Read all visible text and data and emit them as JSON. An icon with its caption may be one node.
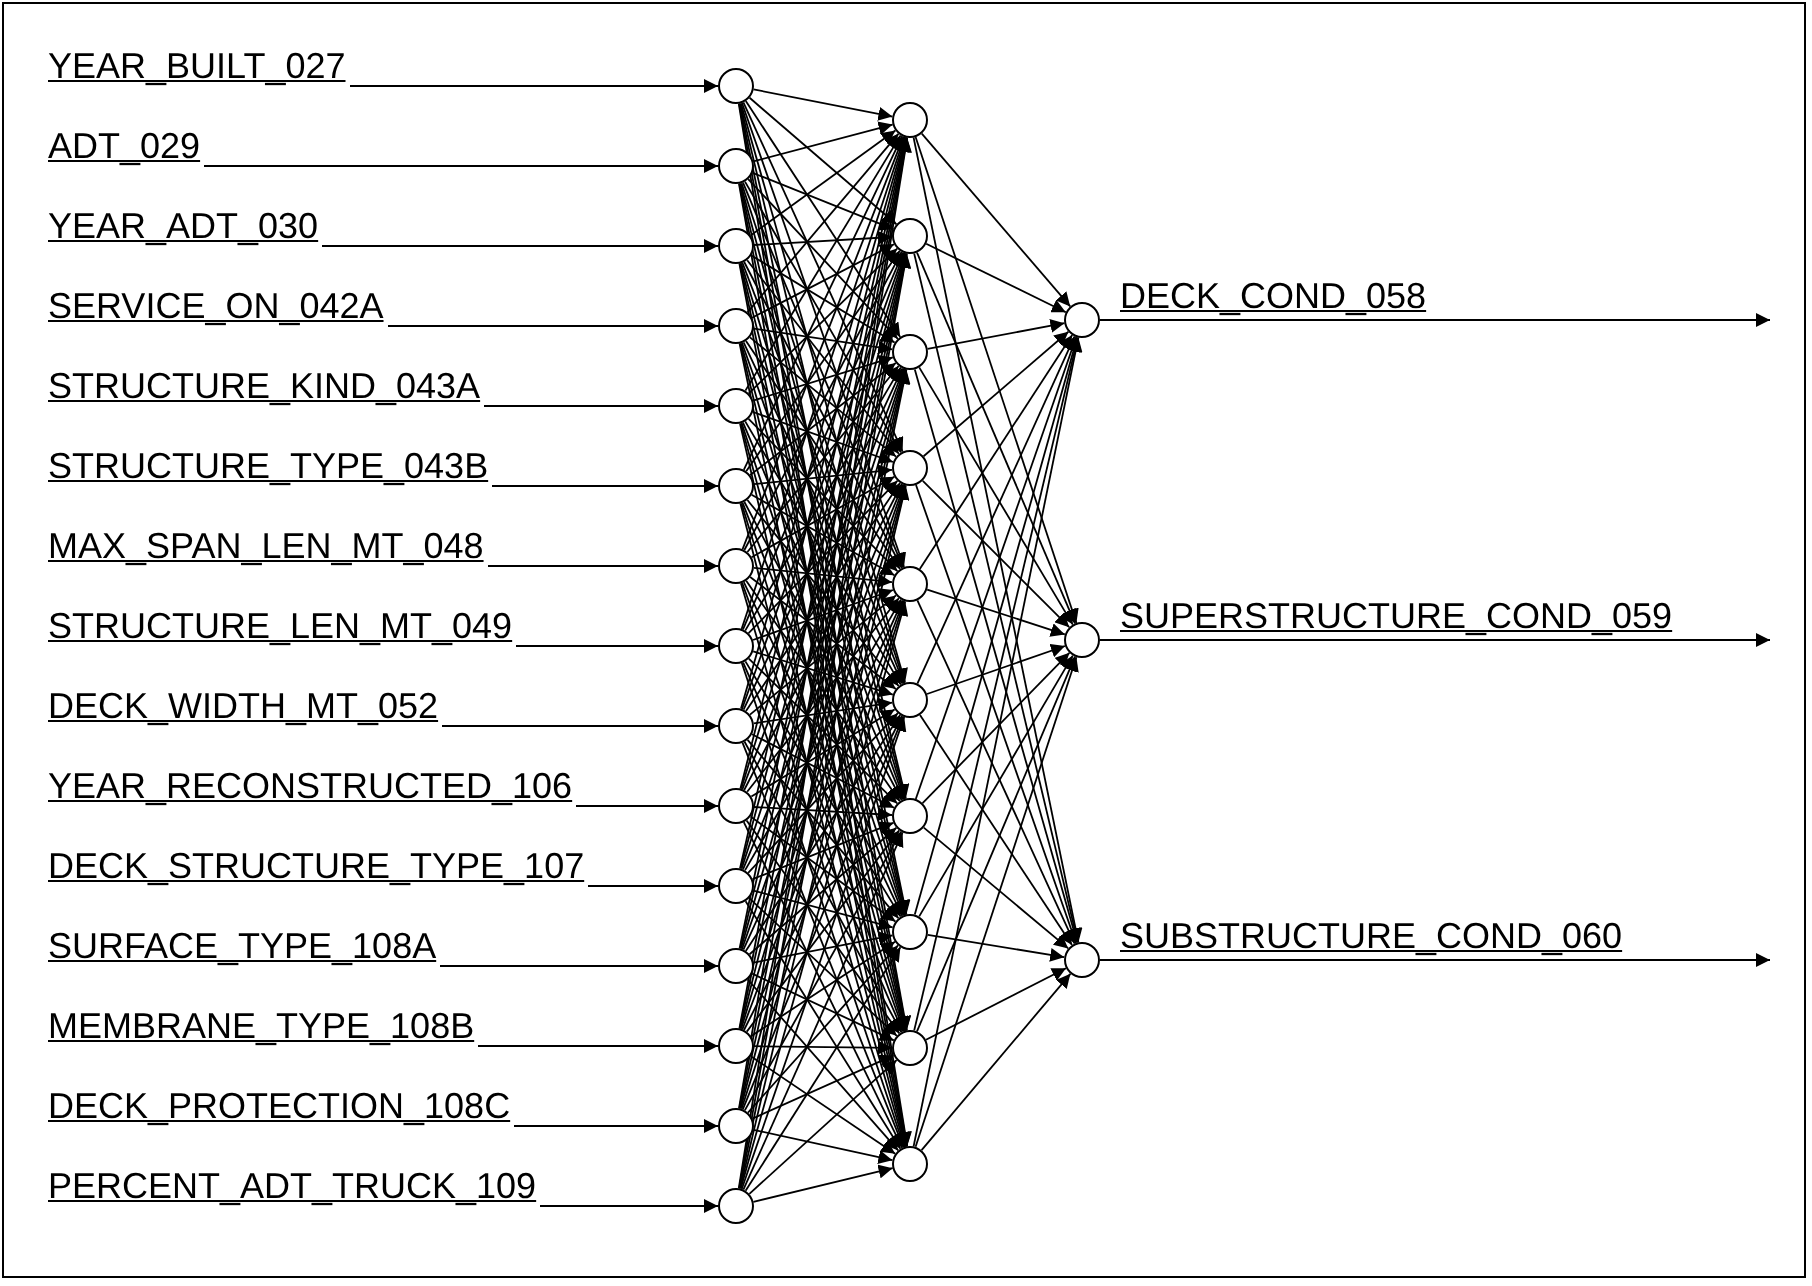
{
  "diagram": {
    "nodes": [
      {
        "text": [
          "YEAR_BUILT_027"
        ]
      },
      {
        "text": [
          "ADT_029"
        ]
      },
      {
        "text": [
          "YEAR_ADT_030"
        ]
      },
      {
        "text": [
          "SERVICE_ON_042A"
        ]
      },
      {
        "text": [
          "STRUCTURE_KIND_043A"
        ]
      },
      {
        "text": [
          "STRUCTURE_TYPE_043B"
        ]
      },
      {
        "text": [
          "MAX_SPAN_LEN_MT_048"
        ]
      },
      {
        "text": [
          "STRUCTURE_LEN_MT_049"
        ]
      },
      {
        "text": [
          "DECK_WIDTH_MT_052"
        ]
      },
      {
        "text": [
          "YEAR_RECONSTRUCTED_106"
        ]
      },
      {
        "text": [
          "DECK_STRUCTURE_TYPE_107"
        ]
      },
      {
        "text": [
          "SURFACE_TYPE_108A"
        ]
      },
      {
        "text": [
          "MEMBRANE_TYPE_108B"
        ]
      },
      {
        "text": [
          "DECK_PROTECTION_108C"
        ]
      },
      {
        "text": [
          "PERCENT_ADT_TRUCK_109"
        ]
      },
      {
        "text": [],
        "shape": "circle"
      },
      {
        "text": [],
        "shape": "circle"
      },
      {
        "text": [],
        "shape": "circle"
      },
      {
        "text": [],
        "shape": "circle"
      },
      {
        "text": [],
        "shape": "circle"
      },
      {
        "text": [],
        "shape": "circle"
      },
      {
        "text": [],
        "shape": "circle"
      },
      {
        "text": [],
        "shape": "circle"
      },
      {
        "text": [],
        "shape": "circle"
      },
      {
        "text": [],
        "shape": "circle"
      },
      {
        "text": [],
        "shape": "circle"
      },
      {
        "text": [],
        "shape": "circle"
      },
      {
        "text": [],
        "shape": "circle"
      },
      {
        "text": [],
        "shape": "circle"
      },
      {
        "text": [],
        "shape": "circle"
      },
      {
        "text": [],
        "shape": "circle"
      },
      {
        "text": [],
        "shape": "circle"
      },
      {
        "text": [],
        "shape": "circle"
      },
      {
        "text": [],
        "shape": "circle"
      },
      {
        "text": [],
        "shape": "circle"
      },
      {
        "text": [],
        "shape": "circle"
      },
      {
        "text": [],
        "shape": "circle"
      },
      {
        "text": [],
        "shape": "circle"
      },
      {
        "text": [],
        "shape": "circle"
      },
      {
        "text": [],
        "shape": "circle"
      },
      {
        "text": [],
        "shape": "circle"
      },
      {
        "text": [],
        "shape": "circle"
      },
      {
        "text": [],
        "shape": "circle"
      }
    ],
    "edges": [
      {
        "from": 0,
        "to": 15,
        "arrow": "to"
      },
      {
        "from": 1,
        "to": 16,
        "arrow": "to"
      },
      {
        "from": 2,
        "to": 17,
        "arrow": "to"
      },
      {
        "from": 3,
        "to": 18,
        "arrow": "to"
      },
      {
        "from": 4,
        "to": 19,
        "arrow": "to"
      },
      {
        "from": 5,
        "to": 20,
        "arrow": "to"
      },
      {
        "from": 6,
        "to": 21,
        "arrow": "to"
      },
      {
        "from": 7,
        "to": 22,
        "arrow": "to"
      },
      {
        "from": 8,
        "to": 23,
        "arrow": "to"
      },
      {
        "from": 9,
        "to": 24,
        "arrow": "to"
      },
      {
        "from": 10,
        "to": 25,
        "arrow": "to"
      },
      {
        "from": 11,
        "to": 26,
        "arrow": "to"
      },
      {
        "from": 12,
        "to": 27,
        "arrow": "to"
      },
      {
        "from": 13,
        "to": 28,
        "arrow": "to"
      },
      {
        "from": 14,
        "to": 29,
        "arrow": "to"
      },
      {
        "from": 15,
        "to": 30,
        "arrow": "to"
      },
      {
        "from": 15,
        "to": 31,
        "arrow": "to"
      },
      {
        "from": 15,
        "to": 32,
        "arrow": "to"
      },
      {
        "from": 15,
        "to": 33,
        "arrow": "to"
      },
      {
        "from": 15,
        "to": 34,
        "arrow": "to"
      },
      {
        "from": 15,
        "to": 35,
        "arrow": "to"
      },
      {
        "from": 15,
        "to": 36,
        "arrow": "to"
      },
      {
        "from": 15,
        "to": 37,
        "arrow": "to"
      },
      {
        "from": 15,
        "to": 38,
        "arrow": "to"
      },
      {
        "from": 15,
        "to": 39,
        "arrow": "to"
      },
      {
        "from": 16,
        "to": 30,
        "arrow": "to"
      },
      {
        "from": 16,
        "to": 31,
        "arrow": "to"
      },
      {
        "from": 16,
        "to": 32,
        "arrow": "to"
      },
      {
        "from": 16,
        "to": 33,
        "arrow": "to"
      },
      {
        "from": 16,
        "to": 34,
        "arrow": "to"
      },
      {
        "from": 16,
        "to": 35,
        "arrow": "to"
      },
      {
        "from": 16,
        "to": 36,
        "arrow": "to"
      },
      {
        "from": 16,
        "to": 37,
        "arrow": "to"
      },
      {
        "from": 16,
        "to": 38,
        "arrow": "to"
      },
      {
        "from": 16,
        "to": 39,
        "arrow": "to"
      },
      {
        "from": 17,
        "to": 30,
        "arrow": "to"
      },
      {
        "from": 17,
        "to": 31,
        "arrow": "to"
      },
      {
        "from": 17,
        "to": 32,
        "arrow": "to"
      },
      {
        "from": 17,
        "to": 33,
        "arrow": "to"
      },
      {
        "from": 17,
        "to": 34,
        "arrow": "to"
      },
      {
        "from": 17,
        "to": 35,
        "arrow": "to"
      },
      {
        "from": 17,
        "to": 36,
        "arrow": "to"
      },
      {
        "from": 17,
        "to": 37,
        "arrow": "to"
      },
      {
        "from": 17,
        "to": 38,
        "arrow": "to"
      },
      {
        "from": 17,
        "to": 39,
        "arrow": "to"
      },
      {
        "from": 18,
        "to": 30,
        "arrow": "to"
      },
      {
        "from": 18,
        "to": 31,
        "arrow": "to"
      },
      {
        "from": 18,
        "to": 32,
        "arrow": "to"
      },
      {
        "from": 18,
        "to": 33,
        "arrow": "to"
      },
      {
        "from": 18,
        "to": 34,
        "arrow": "to"
      },
      {
        "from": 18,
        "to": 35,
        "arrow": "to"
      },
      {
        "from": 18,
        "to": 36,
        "arrow": "to"
      },
      {
        "from": 18,
        "to": 37,
        "arrow": "to"
      },
      {
        "from": 18,
        "to": 38,
        "arrow": "to"
      },
      {
        "from": 18,
        "to": 39,
        "arrow": "to"
      },
      {
        "from": 19,
        "to": 30,
        "arrow": "to"
      },
      {
        "from": 19,
        "to": 31,
        "arrow": "to"
      },
      {
        "from": 19,
        "to": 32,
        "arrow": "to"
      },
      {
        "from": 19,
        "to": 33,
        "arrow": "to"
      },
      {
        "from": 19,
        "to": 34,
        "arrow": "to"
      },
      {
        "from": 19,
        "to": 35,
        "arrow": "to"
      },
      {
        "from": 19,
        "to": 36,
        "arrow": "to"
      },
      {
        "from": 19,
        "to": 37,
        "arrow": "to"
      },
      {
        "from": 19,
        "to": 38,
        "arrow": "to"
      },
      {
        "from": 19,
        "to": 39,
        "arrow": "to"
      },
      {
        "from": 20,
        "to": 30,
        "arrow": "to"
      },
      {
        "from": 20,
        "to": 31,
        "arrow": "to"
      },
      {
        "from": 20,
        "to": 32,
        "arrow": "to"
      },
      {
        "from": 20,
        "to": 33,
        "arrow": "to"
      },
      {
        "from": 20,
        "to": 34,
        "arrow": "to"
      },
      {
        "from": 20,
        "to": 35,
        "arrow": "to"
      },
      {
        "from": 20,
        "to": 36,
        "arrow": "to"
      },
      {
        "from": 20,
        "to": 37,
        "arrow": "to"
      },
      {
        "from": 20,
        "to": 38,
        "arrow": "to"
      },
      {
        "from": 20,
        "to": 39,
        "arrow": "to"
      },
      {
        "from": 21,
        "to": 30,
        "arrow": "to"
      },
      {
        "from": 21,
        "to": 31,
        "arrow": "to"
      },
      {
        "from": 21,
        "to": 32,
        "arrow": "to"
      },
      {
        "from": 21,
        "to": 33,
        "arrow": "to"
      },
      {
        "from": 21,
        "to": 34,
        "arrow": "to"
      },
      {
        "from": 21,
        "to": 35,
        "arrow": "to"
      },
      {
        "from": 21,
        "to": 36,
        "arrow": "to"
      },
      {
        "from": 21,
        "to": 37,
        "arrow": "to"
      },
      {
        "from": 21,
        "to": 38,
        "arrow": "to"
      },
      {
        "from": 21,
        "to": 39,
        "arrow": "to"
      },
      {
        "from": 22,
        "to": 30,
        "arrow": "to"
      },
      {
        "from": 22,
        "to": 31,
        "arrow": "to"
      },
      {
        "from": 22,
        "to": 32,
        "arrow": "to"
      },
      {
        "from": 22,
        "to": 33,
        "arrow": "to"
      },
      {
        "from": 22,
        "to": 34,
        "arrow": "to"
      },
      {
        "from": 22,
        "to": 35,
        "arrow": "to"
      },
      {
        "from": 22,
        "to": 36,
        "arrow": "to"
      },
      {
        "from": 22,
        "to": 37,
        "arrow": "to"
      },
      {
        "from": 22,
        "to": 38,
        "arrow": "to"
      },
      {
        "from": 22,
        "to": 39,
        "arrow": "to"
      },
      {
        "from": 23,
        "to": 30,
        "arrow": "to"
      },
      {
        "from": 23,
        "to": 31,
        "arrow": "to"
      },
      {
        "from": 23,
        "to": 32,
        "arrow": "to"
      },
      {
        "from": 23,
        "to": 33,
        "arrow": "to"
      },
      {
        "from": 23,
        "to": 34,
        "arrow": "to"
      },
      {
        "from": 23,
        "to": 35,
        "arrow": "to"
      },
      {
        "from": 23,
        "to": 36,
        "arrow": "to"
      },
      {
        "from": 23,
        "to": 37,
        "arrow": "to"
      },
      {
        "from": 23,
        "to": 38,
        "arrow": "to"
      },
      {
        "from": 23,
        "to": 39,
        "arrow": "to"
      },
      {
        "from": 24,
        "to": 30,
        "arrow": "to"
      },
      {
        "from": 24,
        "to": 31,
        "arrow": "to"
      },
      {
        "from": 24,
        "to": 32,
        "arrow": "to"
      },
      {
        "from": 24,
        "to": 33,
        "arrow": "to"
      },
      {
        "from": 24,
        "to": 34,
        "arrow": "to"
      },
      {
        "from": 24,
        "to": 35,
        "arrow": "to"
      },
      {
        "from": 24,
        "to": 36,
        "arrow": "to"
      },
      {
        "from": 24,
        "to": 37,
        "arrow": "to"
      },
      {
        "from": 24,
        "to": 38,
        "arrow": "to"
      },
      {
        "from": 24,
        "to": 39,
        "arrow": "to"
      },
      {
        "from": 25,
        "to": 30,
        "arrow": "to"
      },
      {
        "from": 25,
        "to": 31,
        "arrow": "to"
      },
      {
        "from": 25,
        "to": 32,
        "arrow": "to"
      },
      {
        "from": 25,
        "to": 33,
        "arrow": "to"
      },
      {
        "from": 25,
        "to": 34,
        "arrow": "to"
      },
      {
        "from": 25,
        "to": 35,
        "arrow": "to"
      },
      {
        "from": 25,
        "to": 36,
        "arrow": "to"
      },
      {
        "from": 25,
        "to": 37,
        "arrow": "to"
      },
      {
        "from": 25,
        "to": 38,
        "arrow": "to"
      },
      {
        "from": 25,
        "to": 39,
        "arrow": "to"
      },
      {
        "from": 26,
        "to": 30,
        "arrow": "to"
      },
      {
        "from": 26,
        "to": 31,
        "arrow": "to"
      },
      {
        "from": 26,
        "to": 32,
        "arrow": "to"
      },
      {
        "from": 26,
        "to": 33,
        "arrow": "to"
      },
      {
        "from": 26,
        "to": 34,
        "arrow": "to"
      },
      {
        "from": 26,
        "to": 35,
        "arrow": "to"
      },
      {
        "from": 26,
        "to": 36,
        "arrow": "to"
      },
      {
        "from": 26,
        "to": 37,
        "arrow": "to"
      },
      {
        "from": 26,
        "to": 38,
        "arrow": "to"
      },
      {
        "from": 26,
        "to": 39,
        "arrow": "to"
      },
      {
        "from": 27,
        "to": 30,
        "arrow": "to"
      },
      {
        "from": 27,
        "to": 31,
        "arrow": "to"
      },
      {
        "from": 27,
        "to": 32,
        "arrow": "to"
      },
      {
        "from": 27,
        "to": 33,
        "arrow": "to"
      },
      {
        "from": 27,
        "to": 34,
        "arrow": "to"
      },
      {
        "from": 27,
        "to": 35,
        "arrow": "to"
      },
      {
        "from": 27,
        "to": 36,
        "arrow": "to"
      },
      {
        "from": 27,
        "to": 37,
        "arrow": "to"
      },
      {
        "from": 27,
        "to": 38,
        "arrow": "to"
      },
      {
        "from": 27,
        "to": 39,
        "arrow": "to"
      },
      {
        "from": 28,
        "to": 30,
        "arrow": "to"
      },
      {
        "from": 28,
        "to": 31,
        "arrow": "to"
      },
      {
        "from": 28,
        "to": 32,
        "arrow": "to"
      },
      {
        "from": 28,
        "to": 33,
        "arrow": "to"
      },
      {
        "from": 28,
        "to": 34,
        "arrow": "to"
      },
      {
        "from": 28,
        "to": 35,
        "arrow": "to"
      },
      {
        "from": 28,
        "to": 36,
        "arrow": "to"
      },
      {
        "from": 28,
        "to": 37,
        "arrow": "to"
      },
      {
        "from": 28,
        "to": 38,
        "arrow": "to"
      },
      {
        "from": 28,
        "to": 39,
        "arrow": "to"
      },
      {
        "from": 29,
        "to": 30,
        "arrow": "to"
      },
      {
        "from": 29,
        "to": 31,
        "arrow": "to"
      },
      {
        "from": 29,
        "to": 32,
        "arrow": "to"
      },
      {
        "from": 29,
        "to": 33,
        "arrow": "to"
      },
      {
        "from": 29,
        "to": 34,
        "arrow": "to"
      },
      {
        "from": 29,
        "to": 35,
        "arrow": "to"
      },
      {
        "from": 29,
        "to": 36,
        "arrow": "to"
      },
      {
        "from": 29,
        "to": 37,
        "arrow": "to"
      },
      {
        "from": 29,
        "to": 38,
        "arrow": "to"
      },
      {
        "from": 29,
        "to": 39,
        "arrow": "to"
      },
      {
        "from": 30,
        "to": 40,
        "arrow": "to"
      },
      {
        "from": 30,
        "to": 41,
        "arrow": "to"
      },
      {
        "from": 30,
        "to": 42,
        "arrow": "to"
      },
      {
        "from": 31,
        "to": 40,
        "arrow": "to"
      },
      {
        "from": 31,
        "to": 41,
        "arrow": "to"
      },
      {
        "from": 31,
        "to": 42,
        "arrow": "to"
      },
      {
        "from": 32,
        "to": 40,
        "arrow": "to"
      },
      {
        "from": 32,
        "to": 41,
        "arrow": "to"
      },
      {
        "from": 32,
        "to": 42,
        "arrow": "to"
      },
      {
        "from": 33,
        "to": 40,
        "arrow": "to"
      },
      {
        "from": 33,
        "to": 41,
        "arrow": "to"
      },
      {
        "from": 33,
        "to": 42,
        "arrow": "to"
      },
      {
        "from": 34,
        "to": 40,
        "arrow": "to"
      },
      {
        "from": 34,
        "to": 41,
        "arrow": "to"
      },
      {
        "from": 34,
        "to": 42,
        "arrow": "to"
      },
      {
        "from": 35,
        "to": 40,
        "arrow": "to"
      },
      {
        "from": 35,
        "to": 41,
        "arrow": "to"
      },
      {
        "from": 35,
        "to": 42,
        "arrow": "to"
      },
      {
        "from": 36,
        "to": 40,
        "arrow": "to"
      },
      {
        "from": 36,
        "to": 41,
        "arrow": "to"
      },
      {
        "from": 36,
        "to": 42,
        "arrow": "to"
      },
      {
        "from": 37,
        "to": 40,
        "arrow": "to"
      },
      {
        "from": 37,
        "to": 41,
        "arrow": "to"
      },
      {
        "from": 37,
        "to": 42,
        "arrow": "to"
      },
      {
        "from": 38,
        "to": 40,
        "arrow": "to"
      },
      {
        "from": 38,
        "to": 41,
        "arrow": "to"
      },
      {
        "from": 38,
        "to": 42,
        "arrow": "to"
      },
      {
        "from": 39,
        "to": 40,
        "arrow": "to"
      },
      {
        "from": 39,
        "to": 41,
        "arrow": "to"
      },
      {
        "from": 39,
        "to": 42,
        "arrow": "to"
      },
      {
        "from": 40,
        "to": null,
        "arrow": "to",
        "label": "DECK_COND_058"
      },
      {
        "from": 41,
        "to": null,
        "arrow": "to",
        "label": "SUPERSTRUCTURE_COND_059"
      },
      {
        "from": 42,
        "to": null,
        "arrow": "to",
        "label": "SUBSTRUCTURE_COND_060"
      }
    ]
  }
}
